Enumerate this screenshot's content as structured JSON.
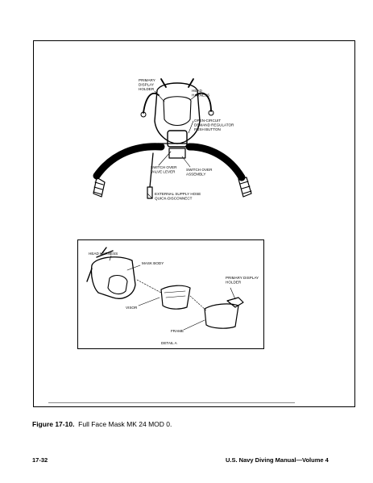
{
  "figure": {
    "main_labels": {
      "primary_display_holder": [
        "PRIMARY",
        "DISPLAY",
        "HOLDER"
      ],
      "head_harness": [
        "HEAD",
        "HARNESS"
      ],
      "regulator": [
        "OPEN-CIRCUIT",
        "DEMAND REGULATOR",
        "PUSH BUTTON"
      ],
      "switch_over_valve_lever": [
        "SWITCH OVER",
        "VALVE LEVER"
      ],
      "switch_over_assembly": [
        "SWITCH OVER",
        "ASSEMBLY"
      ],
      "external_supply_hose": [
        "EXTERNAL SUPPLY HOSE",
        "QUICK-DISCONNECT"
      ]
    },
    "detail_labels": {
      "head_harness": "HEAD HARNESS",
      "mask_body": "MASK BODY",
      "primary_display_holder": [
        "PRIMARY DISPLAY",
        "HOLDER"
      ],
      "visor": "VISOR",
      "frame": "FRAME",
      "detail": "DETAIL A"
    }
  },
  "caption": {
    "number": "Figure 17-10.",
    "text": "Full Face Mask MK 24 MOD 0."
  },
  "footer": {
    "page": "17-32",
    "title": "U.S. Navy Diving Manual—Volume 4"
  }
}
